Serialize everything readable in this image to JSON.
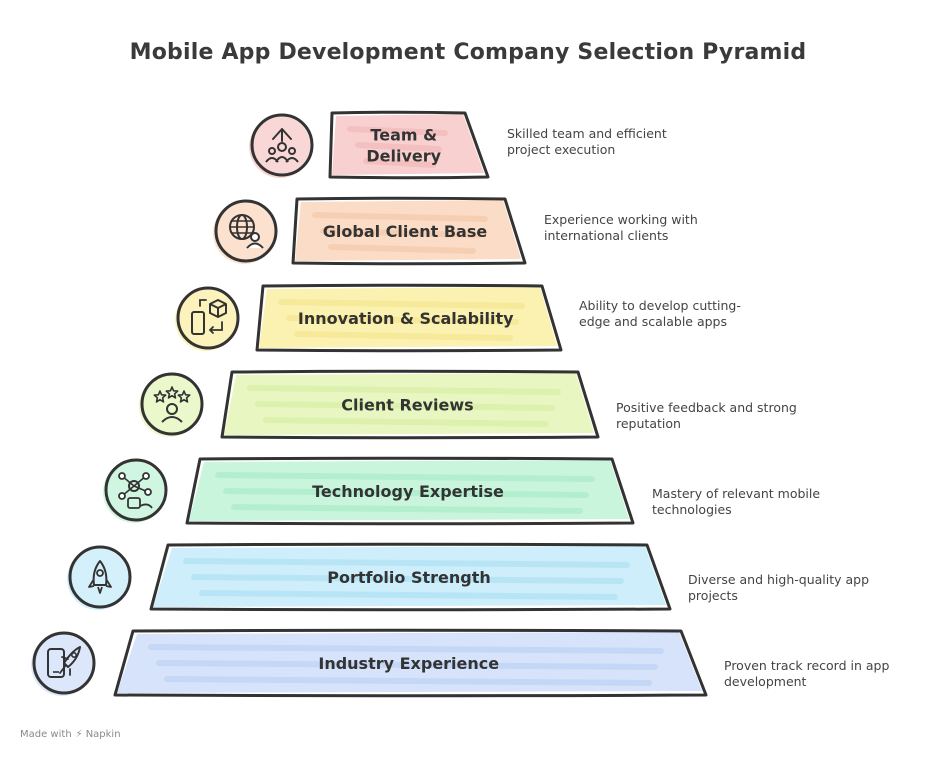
{
  "title": "Mobile App Development Company Selection Pyramid",
  "tiers": [
    {
      "label_lines": [
        "Team &",
        "Delivery"
      ],
      "description": "Skilled team and efficient project execution",
      "icon": "team-growth-icon",
      "color": "#f9d0d0",
      "accent": "#e9a0a0"
    },
    {
      "label_lines": [
        "Global Client Base"
      ],
      "description": "Experience working with international clients",
      "icon": "globe-user-icon",
      "color": "#fbdcc6",
      "accent": "#efb892"
    },
    {
      "label_lines": [
        "Innovation & Scalability"
      ],
      "description": "Ability to develop cutting-edge and scalable apps",
      "icon": "cube-device-icon",
      "color": "#fbf1b0",
      "accent": "#efdc72"
    },
    {
      "label_lines": [
        "Client Reviews"
      ],
      "description": "Positive feedback and strong reputation",
      "icon": "star-rating-icon",
      "color": "#e8f7c2",
      "accent": "#c7e689"
    },
    {
      "label_lines": [
        "Technology Expertise"
      ],
      "description": "Mastery of relevant mobile technologies",
      "icon": "network-hand-icon",
      "color": "#c8f5dc",
      "accent": "#8fe2b6"
    },
    {
      "label_lines": [
        "Portfolio Strength"
      ],
      "description": "Diverse and high-quality app projects",
      "icon": "rocket-icon",
      "color": "#cdeefa",
      "accent": "#93d5f0"
    },
    {
      "label_lines": [
        "Industry Experience"
      ],
      "description": "Proven track record in app development",
      "icon": "phone-rocket-icon",
      "color": "#d6e3fa",
      "accent": "#a8c1ef"
    }
  ],
  "footer": {
    "prefix": "Made with",
    "brand": "Napkin"
  }
}
